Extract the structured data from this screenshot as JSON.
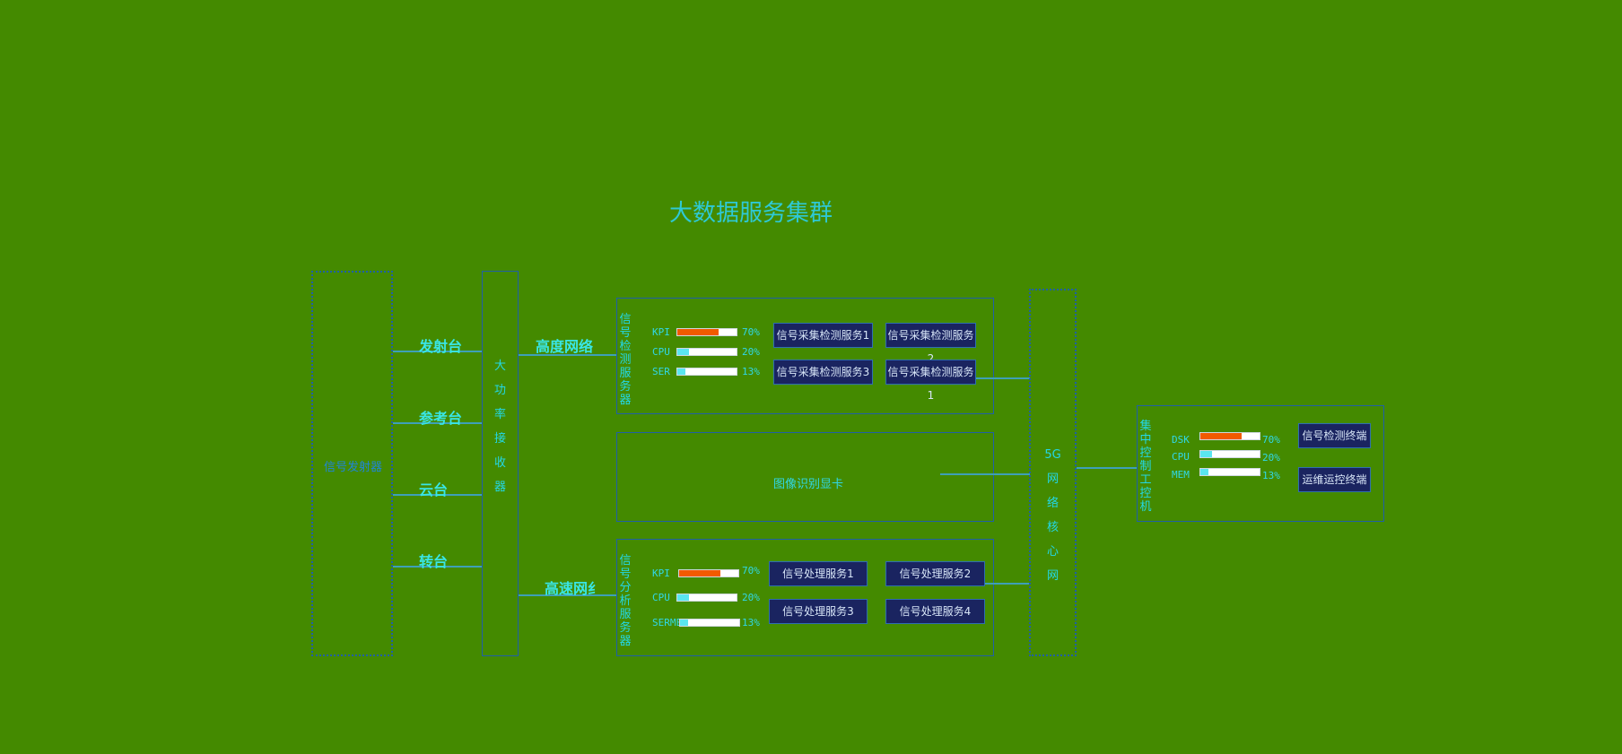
{
  "title": "大数据服务集群",
  "transmitter": {
    "label": "信号发射器"
  },
  "stations": [
    "发射台",
    "参考台",
    "云台",
    "转台"
  ],
  "receiver": {
    "chars": [
      "大",
      "功",
      "率",
      "接",
      "收",
      "器"
    ]
  },
  "networks": {
    "top": "高度网络",
    "bottom": "高速网纟"
  },
  "detection": {
    "title_chars": [
      "信",
      "号",
      "检",
      "测",
      "服",
      "务",
      "器"
    ],
    "metrics": [
      {
        "label": "KPI",
        "pct": "70%",
        "value": 70,
        "color": "#f25a00"
      },
      {
        "label": "CPU",
        "pct": "20%",
        "value": 20,
        "color": "#5ae6f0"
      },
      {
        "label": "SER",
        "pct": "13%",
        "value": 13,
        "color": "#5ae6f0"
      }
    ],
    "services": [
      "信号采集检测服务1",
      "信号采集检测服务2",
      "信号采集检测服务3",
      "信号采集检测服务1"
    ]
  },
  "gpu": {
    "label": "图像识别显卡"
  },
  "analysis": {
    "title_chars": [
      "信",
      "号",
      "分",
      "析",
      "服",
      "务",
      "器"
    ],
    "metrics": [
      {
        "label": "KPI",
        "pct": "70%",
        "value": 70,
        "color": "#f25a00"
      },
      {
        "label": "CPU",
        "pct": "20%",
        "value": 20,
        "color": "#5ae6f0"
      },
      {
        "label": "SERME",
        "pct": "13%",
        "value": 13,
        "color": "#5ae6f0"
      }
    ],
    "services": [
      "信号处理服务1",
      "信号处理服务2",
      "信号处理服务3",
      "信号处理服务4"
    ]
  },
  "core": {
    "chars": [
      "5G",
      "网",
      "络",
      "核",
      "心",
      "网"
    ]
  },
  "control": {
    "title_chars": [
      "集",
      "中",
      "控",
      "制",
      "工",
      "控",
      "机"
    ],
    "metrics": [
      {
        "label": "DSK",
        "pct": "70%",
        "value": 70,
        "color": "#f25a00"
      },
      {
        "label": "CPU",
        "pct": "20%",
        "value": 20,
        "color": "#5ae6f0"
      },
      {
        "label": "MEM",
        "pct": "13%",
        "value": 13,
        "color": "#5ae6f0"
      }
    ],
    "buttons": [
      "信号检测终端",
      "运维运控终端"
    ]
  }
}
